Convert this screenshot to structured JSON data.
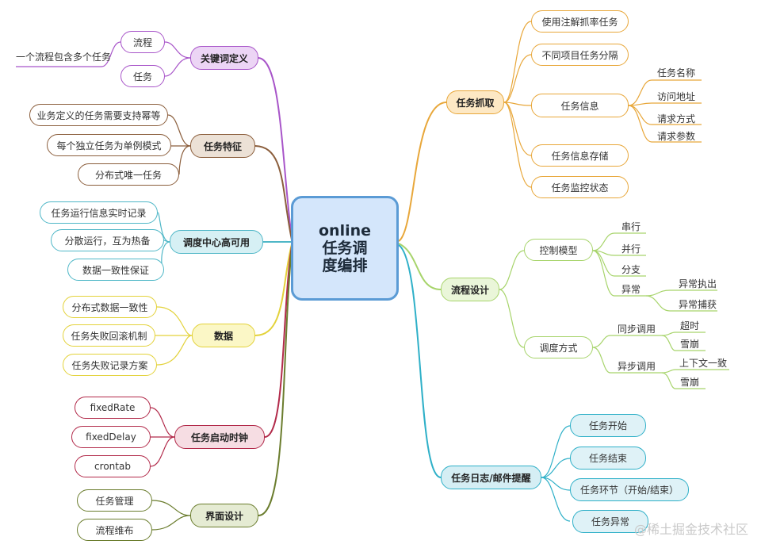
{
  "center": {
    "lines": [
      "online",
      "任务调",
      "度编排"
    ]
  },
  "left": {
    "keyword_def": {
      "label": "关键词定义",
      "children": [
        "流程",
        "任务"
      ],
      "note": "一个流程包含多个任务"
    },
    "task_features": {
      "label": "任务特征",
      "children": [
        "业务定义的任务需要支持幂等",
        "每个独立任务为单例模式",
        "分布式唯一任务"
      ]
    },
    "sched_ha": {
      "label": "调度中心高可用",
      "children": [
        "任务运行信息实时记录",
        "分散运行，互为热备",
        "数据一致性保证"
      ]
    },
    "data": {
      "label": "数据",
      "children": [
        "分布式数据一致性",
        "任务失败回滚机制",
        "任务失败记录方案"
      ]
    },
    "clock": {
      "label": "任务启动时钟",
      "children": [
        "fixedRate",
        "fixedDelay",
        "crontab"
      ]
    },
    "ui": {
      "label": "界面设计",
      "children": [
        "任务管理",
        "流程维布"
      ]
    }
  },
  "right": {
    "capture": {
      "label": "任务抓取",
      "children": [
        "使用注解抓率任务",
        "不同项目任务分隔",
        "任务信息",
        "任务信息存储",
        "任务监控状态"
      ],
      "info_children": [
        "任务名称",
        "访问地址",
        "请求方式",
        "请求参数"
      ]
    },
    "flow": {
      "label": "流程设计",
      "control": {
        "label": "控制模型",
        "children": [
          "串行",
          "并行",
          "分支",
          "异常"
        ],
        "exception_children": [
          "异常执出",
          "异常捕获"
        ]
      },
      "dispatch": {
        "label": "调度方式",
        "sync": {
          "label": "同步调用",
          "children": [
            "超时",
            "雪崩"
          ]
        },
        "async": {
          "label": "异步调用",
          "children": [
            "上下文一致",
            "雪崩"
          ]
        }
      }
    },
    "log": {
      "label": "任务日志/邮件提醒",
      "children": [
        "任务开始",
        "任务结束",
        "任务环节（开始/结束）",
        "任务异常"
      ]
    }
  },
  "watermark": "@稀土掘金技术社区",
  "colors": {
    "keyword": "#a855c9",
    "features": "#8b5e3c",
    "ha": "#4fb7c7",
    "data": "#e3d23a",
    "clock": "#b22a4a",
    "ui": "#6b7d2e",
    "capture": "#e8a73a",
    "flow": "#a7d46b",
    "log": "#2fb0c8",
    "center": "#5b9bd5"
  }
}
